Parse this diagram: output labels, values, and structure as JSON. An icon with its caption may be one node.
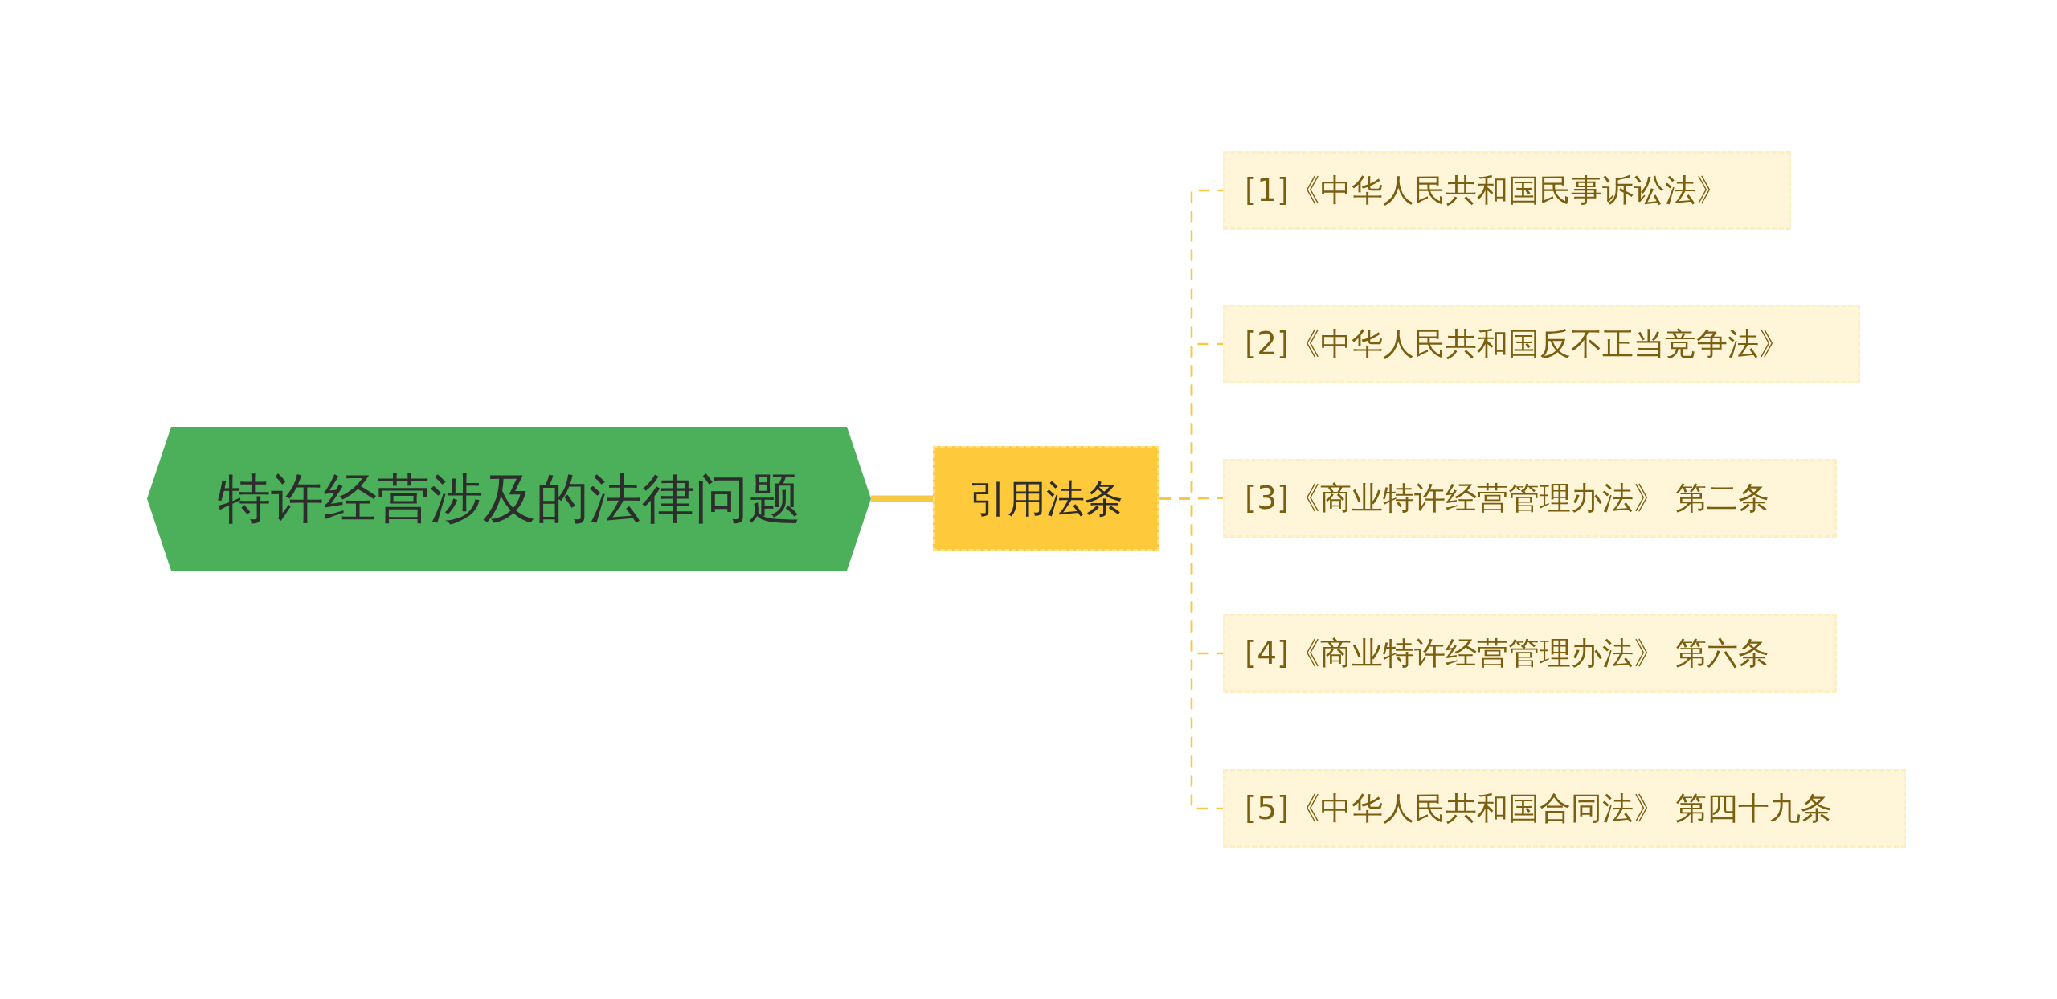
{
  "diagram": {
    "nodes": [
      {
        "text": [
          "特许经营涉及的法律问题"
        ]
      },
      {
        "text": [
          "引用法条"
        ]
      },
      {
        "text": [
          "[1]《中华人民共和国民事诉讼法》"
        ]
      },
      {
        "text": [
          "[2]《中华人民共和国反不正当竞争法》"
        ]
      },
      {
        "text": [
          "[3]《商业特许经营管理办法》 第二条"
        ]
      },
      {
        "text": [
          "[4]《商业特许经营管理办法》 第六条"
        ]
      },
      {
        "text": [
          "[5]《中华人民共和国合同法》 第四十九条"
        ]
      }
    ],
    "edges": [
      {
        "from": 0,
        "to": 1,
        "arrow": "none",
        "style": "thick"
      },
      {
        "from": 1,
        "to": 2,
        "arrow": "none",
        "style": "dashed"
      },
      {
        "from": 1,
        "to": 3,
        "arrow": "none",
        "style": "dashed"
      },
      {
        "from": 1,
        "to": 4,
        "arrow": "none",
        "style": "dashed"
      },
      {
        "from": 1,
        "to": 5,
        "arrow": "none",
        "style": "dashed"
      },
      {
        "from": 1,
        "to": 6,
        "arrow": "none",
        "style": "dashed"
      }
    ]
  }
}
